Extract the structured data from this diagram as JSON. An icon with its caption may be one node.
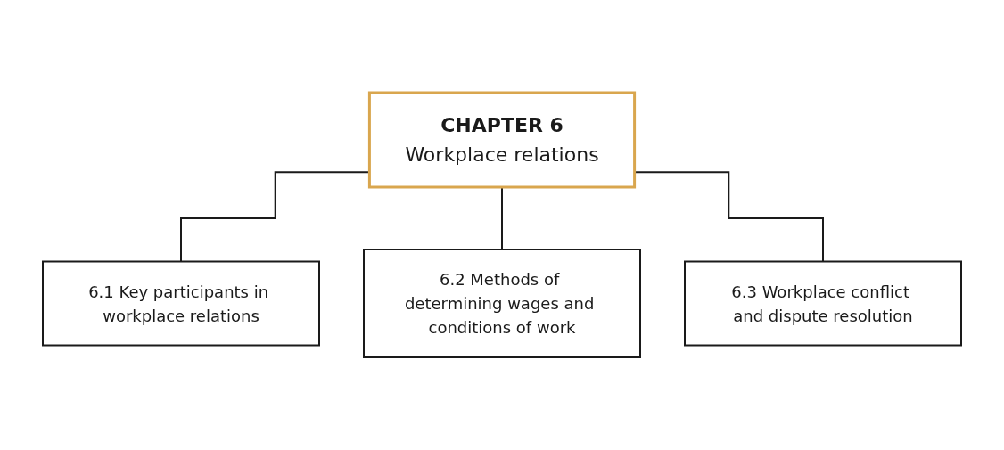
{
  "diagram": {
    "nodes": [
      {
        "text": [
          "CHAPTER 6",
          "Workplace relations"
        ]
      },
      {
        "text": [
          "6.1 Key participants in workplace relations"
        ]
      },
      {
        "text": [
          "6.2 Methods of determining wages and conditions of work"
        ]
      },
      {
        "text": [
          "6.3 Workplace conflict and dispute resolution"
        ]
      }
    ],
    "edges": [
      {
        "from": 0,
        "to": 1,
        "arrow": "none"
      },
      {
        "from": 0,
        "to": 2,
        "arrow": "none"
      },
      {
        "from": 0,
        "to": 3,
        "arrow": "none"
      }
    ]
  }
}
